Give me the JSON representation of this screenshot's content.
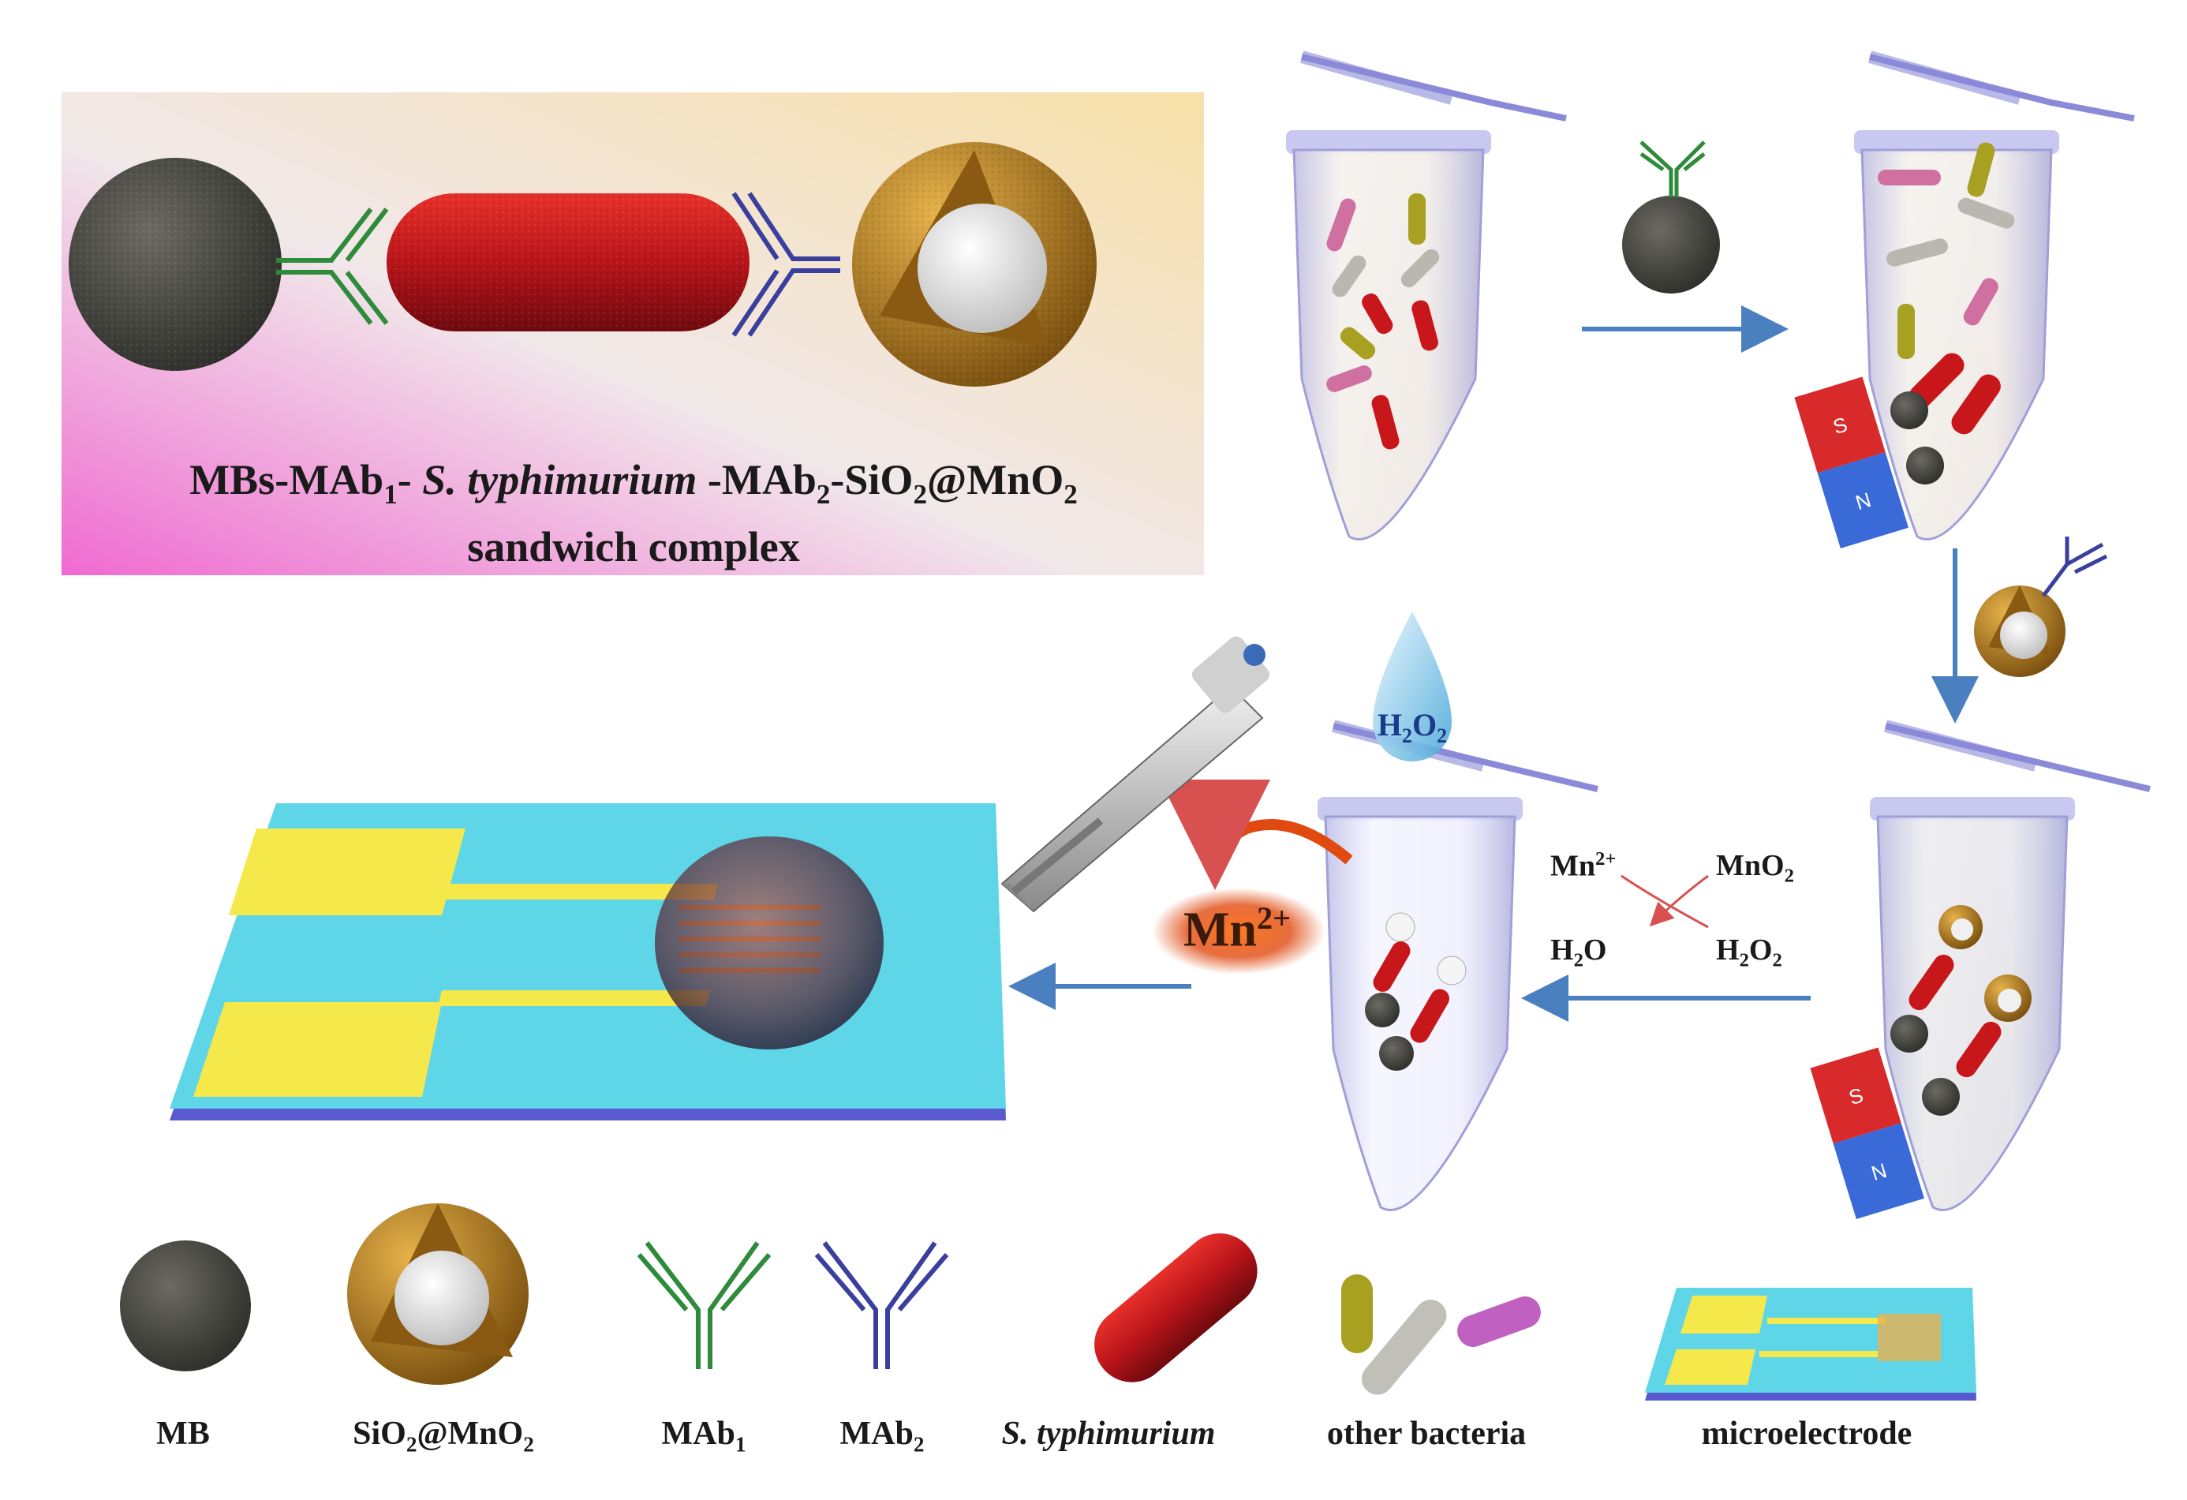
{
  "panel": {
    "title_line1_parts": [
      "MBs-MAb",
      "1",
      "- ",
      "S. typhimurium",
      " -MAb",
      "2",
      "-SiO",
      "2",
      "@MnO",
      "2"
    ],
    "title_line2": "sandwich complex"
  },
  "reaction": {
    "h2o2_drop": [
      "H",
      "2",
      "O",
      "2"
    ],
    "mn_ion": [
      "Mn",
      "2+"
    ],
    "left_top": [
      "Mn",
      "2+"
    ],
    "right_top": [
      "MnO",
      "2"
    ],
    "left_bottom": [
      "H",
      "2",
      "O"
    ],
    "right_bottom": [
      "H",
      "2",
      "O",
      "2"
    ]
  },
  "magnet": {
    "north": "N",
    "south": "S"
  },
  "legend": {
    "mb": "MB",
    "sio2": [
      "SiO",
      "2",
      "@MnO",
      "2"
    ],
    "mab1": [
      "MAb",
      "1"
    ],
    "mab2": [
      "MAb",
      "2"
    ],
    "styph": "S. typhimurium",
    "other": "other bacteria",
    "micro": "microelectrode"
  },
  "colors": {
    "mab1": "#2e8b3a",
    "mab2": "#3a3f9e",
    "bacterium": "#c8171b",
    "shell": "#c98e22",
    "mb": "#4a4a44",
    "arrow": "#4a7fc0",
    "substrate": "#5ed6e8",
    "pad": "#f5e84a"
  }
}
